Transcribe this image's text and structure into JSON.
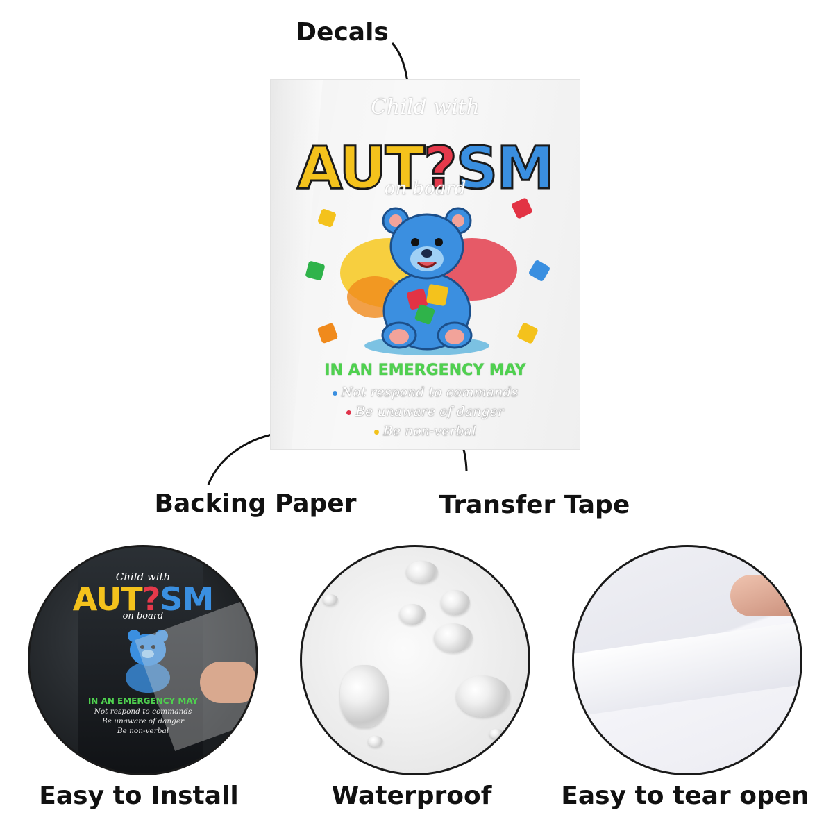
{
  "labels": {
    "decals": "Decals",
    "backing_paper": "Backing Paper",
    "transfer_tape": "Transfer Tape"
  },
  "decal": {
    "line1": "Child with",
    "word": "AUT",
    "word_ribbon": "?",
    "word_end": "SM",
    "line2": "on board",
    "emergency": "IN AN EMERGENCY MAY",
    "bullets": [
      {
        "text": "Not respond to commands",
        "color": "#3a8fe0"
      },
      {
        "text": "Be unaware of danger",
        "color": "#e0334a"
      },
      {
        "text": "Be non-verbal",
        "color": "#f2c21b"
      }
    ]
  },
  "features": [
    {
      "caption": "Easy to Install"
    },
    {
      "caption": "Waterproof"
    },
    {
      "caption": "Easy to tear open"
    }
  ],
  "colors": {
    "text": "#111111",
    "emergency_green": "#4fd14f",
    "bear_blue": "#3b8fe0"
  }
}
